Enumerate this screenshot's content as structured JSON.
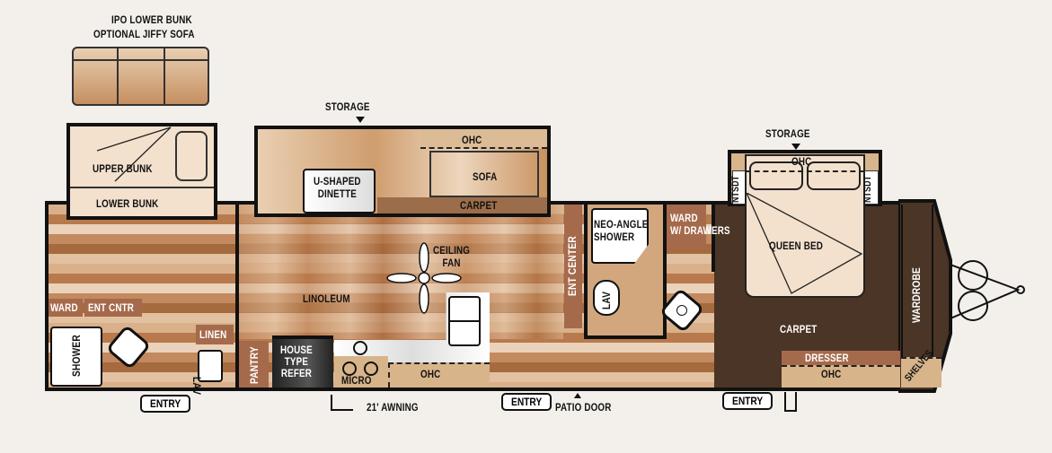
{
  "labels": {
    "ipo_lower_bunk": "IPO LOWER BUNK",
    "optional_jiffy_sofa": "OPTIONAL JIFFY SOFA",
    "upper_bunk": "UPPER BUNK",
    "lower_bunk": "LOWER BUNK",
    "storage_front": "STORAGE",
    "u_shaped_dinette": "U-SHAPED\nDINETTE",
    "ohc_dinette": "OHC",
    "sofa": "SOFA",
    "carpet_slide": "CARPET",
    "ceiling_fan": "CEILING\nFAN",
    "linoleum": "LINOLEUM",
    "ward": "WARD",
    "ent_cntr": "ENT CNTR",
    "shower": "SHOWER",
    "linen": "LINEN",
    "lav_left": "LAV",
    "pantry": "PANTRY",
    "house_type_refer": "HOUSE\nTYPE\nREFER",
    "micro": "MICRO",
    "ohc_kitchen": "OHC",
    "ent_center": "ENT CENTER",
    "neo_angle_shower": "NEO-ANGLE\nSHOWER",
    "lav_right": "LAV",
    "ward_w_drawers": "WARD\nW/ DRAWERS",
    "storage_bedroom": "STORAGE",
    "ohc_bedroom": "OHC",
    "ntsdt_left": "NTSDT",
    "ntsdt_right": "NTSDT",
    "queen_bed": "QUEEN BED",
    "carpet_bedroom": "CARPET",
    "wardrobe": "WARDROBE",
    "dresser": "DRESSER",
    "ohc_dresser": "OHC",
    "shelves": "SHELVES",
    "entry_left": "ENTRY",
    "awning": "21' AWNING",
    "entry_middle": "ENTRY",
    "patio_door": "PATIO DOOR",
    "entry_right": "ENTRY"
  },
  "colors": {
    "background": "#f3f0eb",
    "carpet_dark": "#4b3526",
    "cabinet_rust": "#a56a4b",
    "tan": "#d8b48a",
    "cream": "#f3e1cd",
    "refrigerator": "#2a2a2a"
  }
}
